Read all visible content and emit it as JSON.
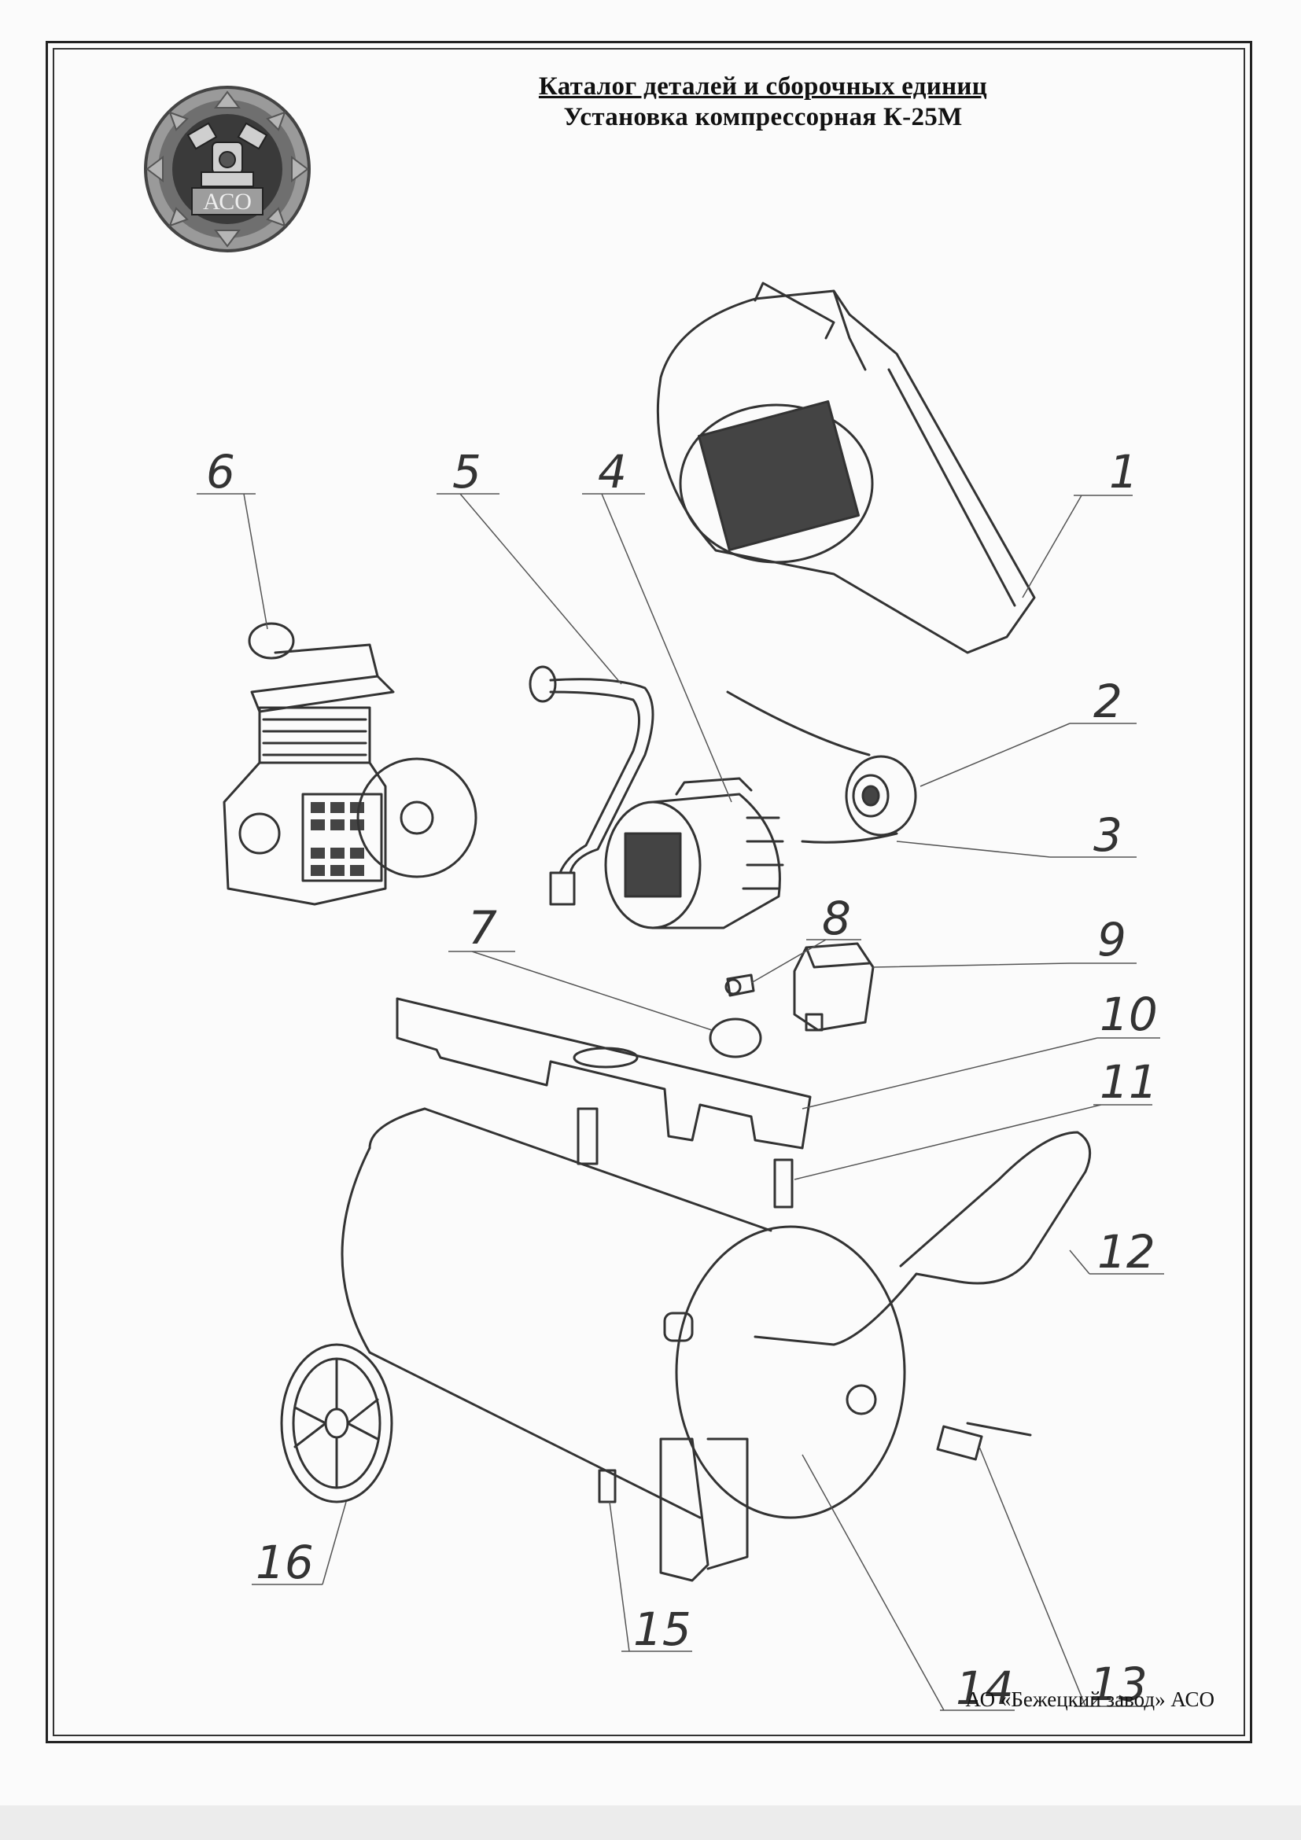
{
  "header": {
    "title_line1": "Каталог деталей и сборочных единиц",
    "title_line2": "Установка компрессорная К-25М"
  },
  "logo": {
    "text": "АСО",
    "icon": "compressor-logo-icon"
  },
  "callouts": [
    "1",
    "2",
    "3",
    "4",
    "5",
    "6",
    "7",
    "8",
    "9",
    "10",
    "11",
    "12",
    "13",
    "14",
    "15",
    "16"
  ],
  "footer": {
    "text": "АО «Бежецкий завод» АСО"
  },
  "colors": {
    "line": "#333333",
    "background": "#fbfbfb"
  }
}
